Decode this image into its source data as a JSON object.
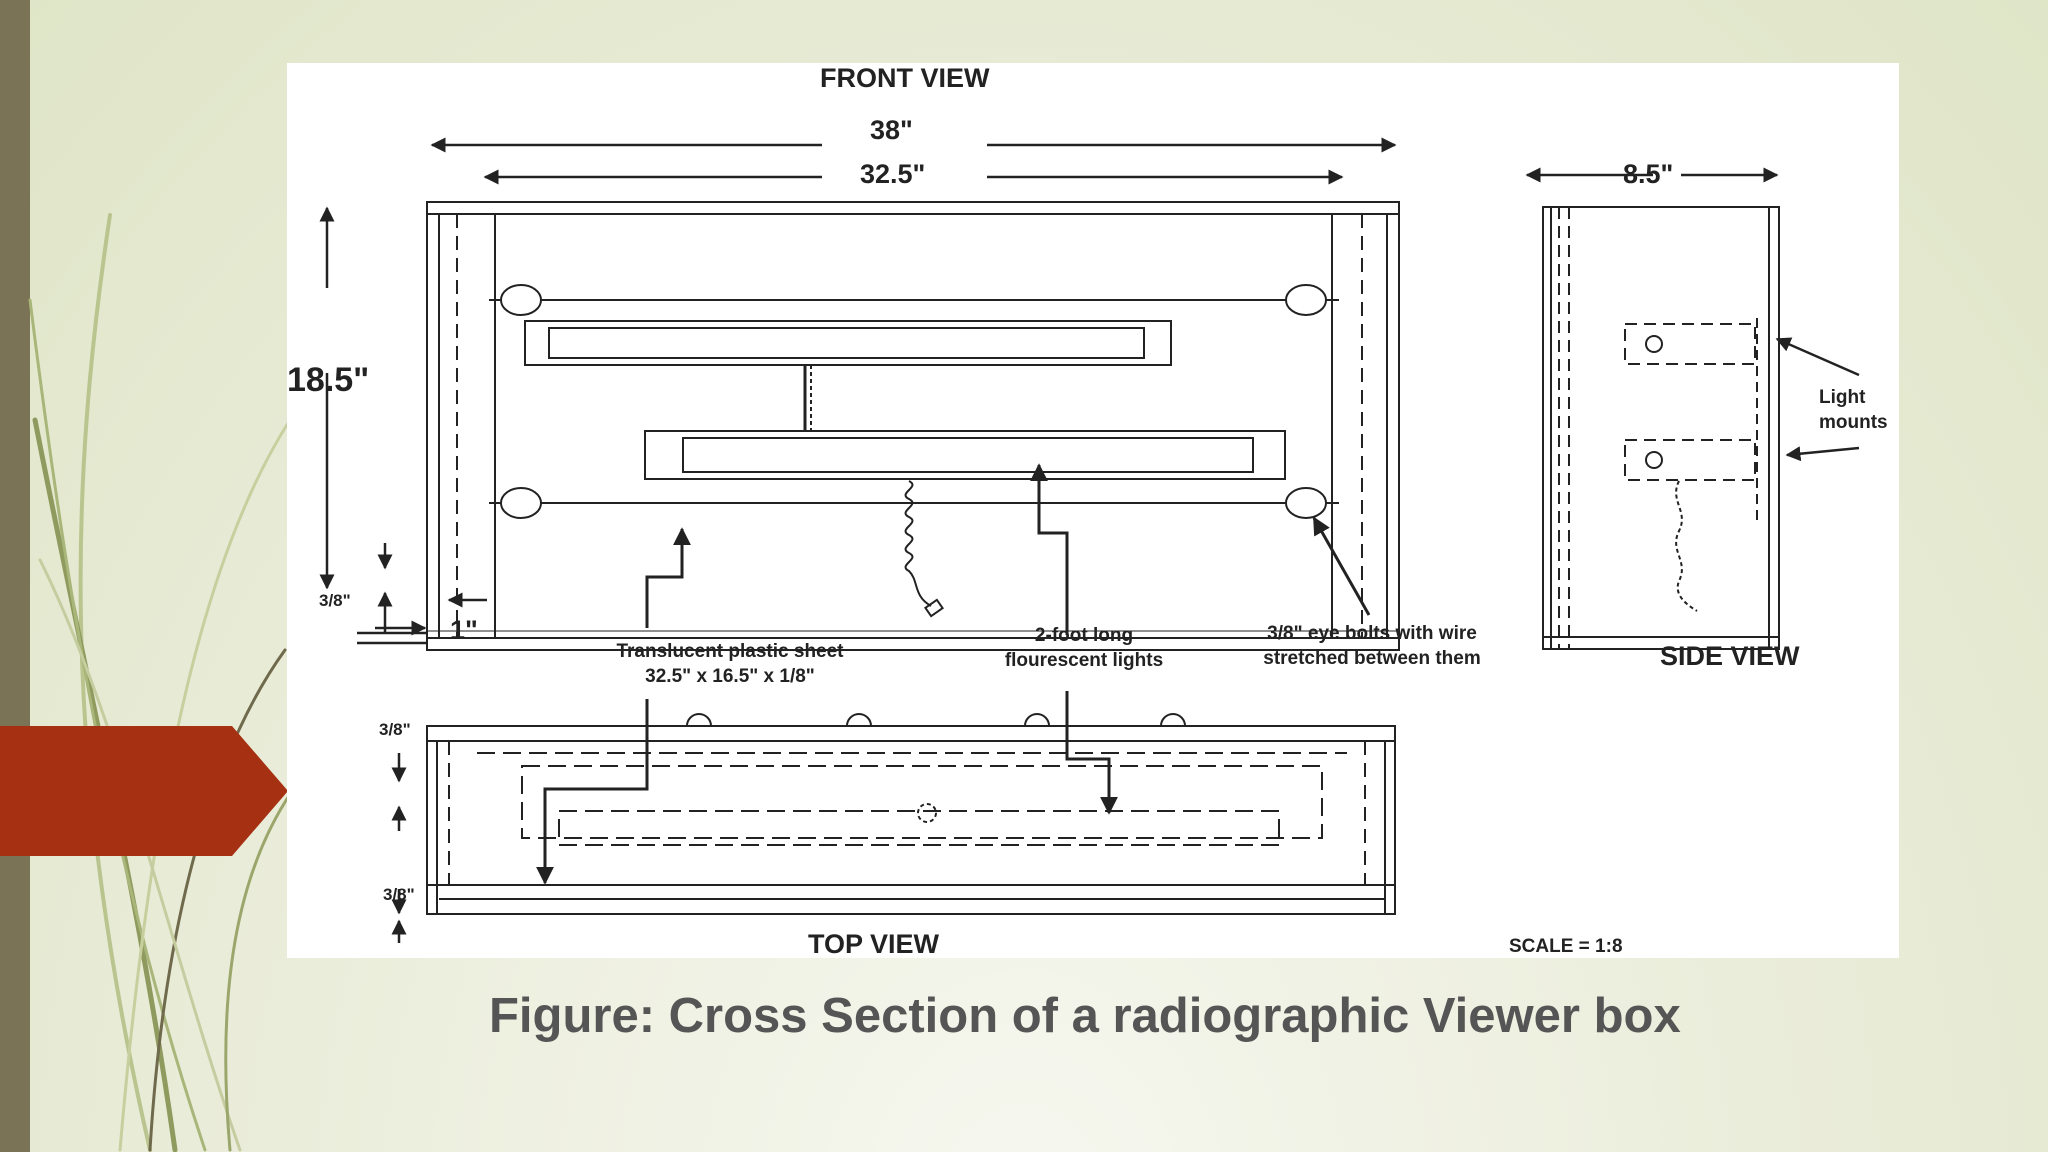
{
  "diagram": {
    "title_front": "FRONT VIEW",
    "title_side": "SIDE VIEW",
    "title_top": "TOP VIEW",
    "scale": "SCALE = 1:8",
    "dims": {
      "outer_width": "38\"",
      "inner_width": "32.5\"",
      "height": "18.5\"",
      "depth": "8.5\"",
      "edge_front": "3/8\"",
      "edge_top_upper": "3/8\"",
      "edge_top_lower": "3/8\"",
      "side_gap": "1\""
    },
    "labels": {
      "plastic_line1": "Translucent plastic sheet",
      "plastic_line2": "32.5\" x 16.5\" x 1/8\"",
      "lights_line1": "2-foot long",
      "lights_line2": "flourescent lights",
      "bolts_line1": "3/8\" eye bolts with wire",
      "bolts_line2": "stretched between them",
      "mounts_line1": "Light",
      "mounts_line2": "mounts"
    }
  },
  "caption": "Figure: Cross Section of a radiographic Viewer box",
  "colors": {
    "accent_ribbon": "#a63112",
    "left_bar": "#7a7356",
    "caption_text": "#555555"
  }
}
